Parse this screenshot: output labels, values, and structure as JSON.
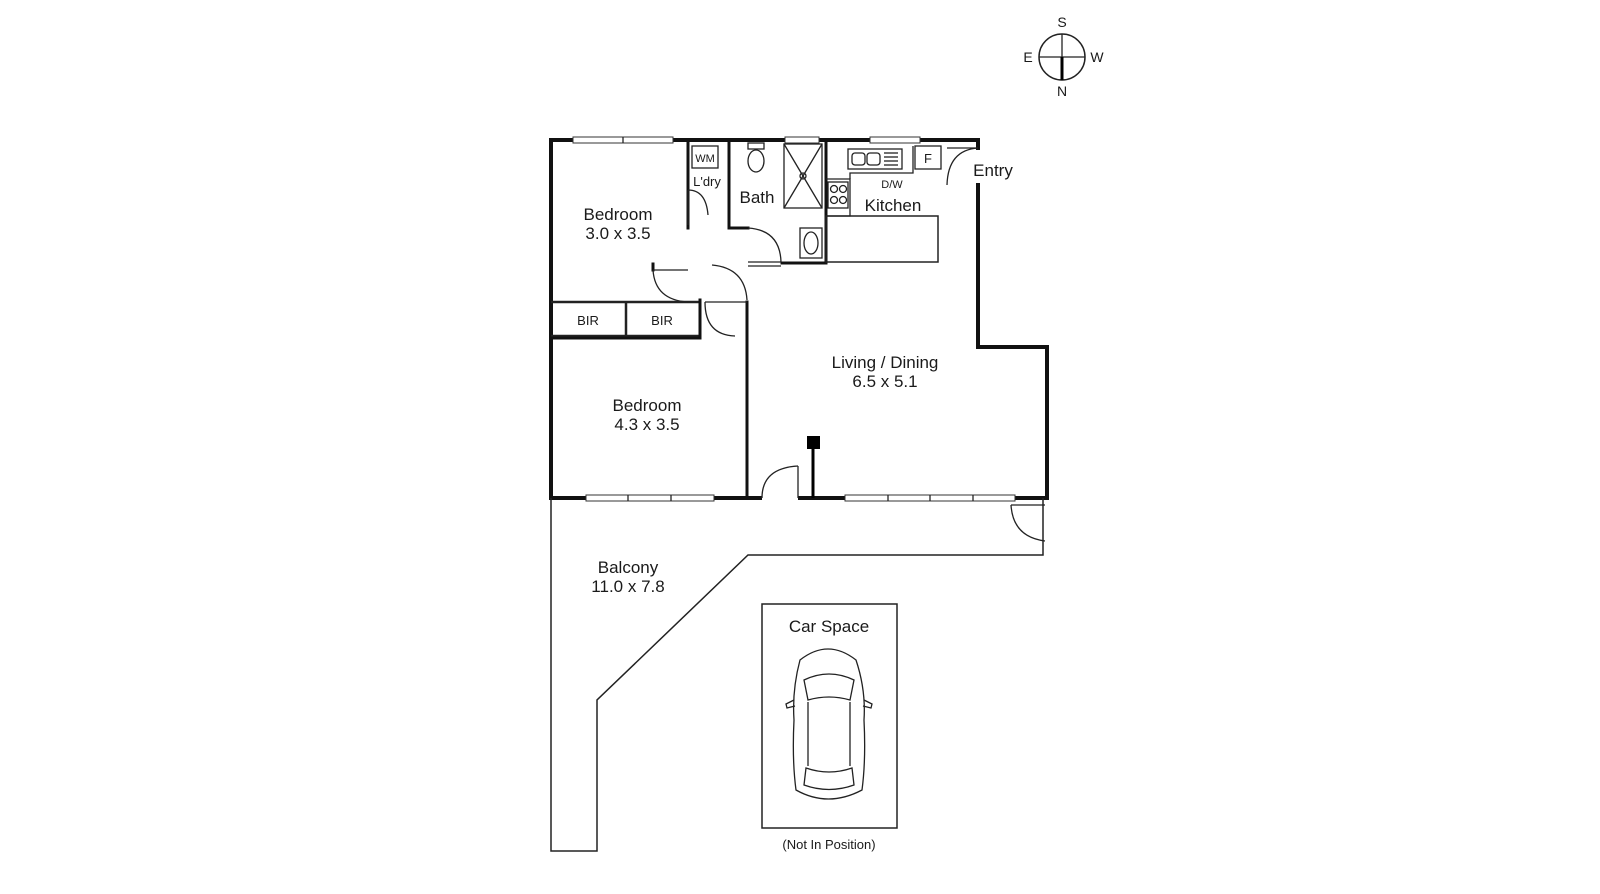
{
  "compass": {
    "s": "S",
    "e": "E",
    "w": "W",
    "n": "N"
  },
  "rooms": {
    "bedroom1": {
      "name": "Bedroom",
      "dims": "3.0 x 3.5"
    },
    "bedroom2": {
      "name": "Bedroom",
      "dims": "4.3 x 3.5"
    },
    "living": {
      "name": "Living / Dining",
      "dims": "6.5 x 5.1"
    },
    "balcony": {
      "name": "Balcony",
      "dims": "11.0 x 7.8"
    },
    "kitchen": {
      "name": "Kitchen"
    },
    "bath": {
      "name": "Bath"
    },
    "laundry": {
      "name": "L'dry"
    },
    "entry": {
      "name": "Entry"
    },
    "car_space": {
      "name": "Car Space",
      "note": "(Not In Position)"
    }
  },
  "fixtures": {
    "wm": "WM",
    "fridge": "F",
    "dw": "D/W",
    "bir1": "BIR",
    "bir2": "BIR"
  }
}
